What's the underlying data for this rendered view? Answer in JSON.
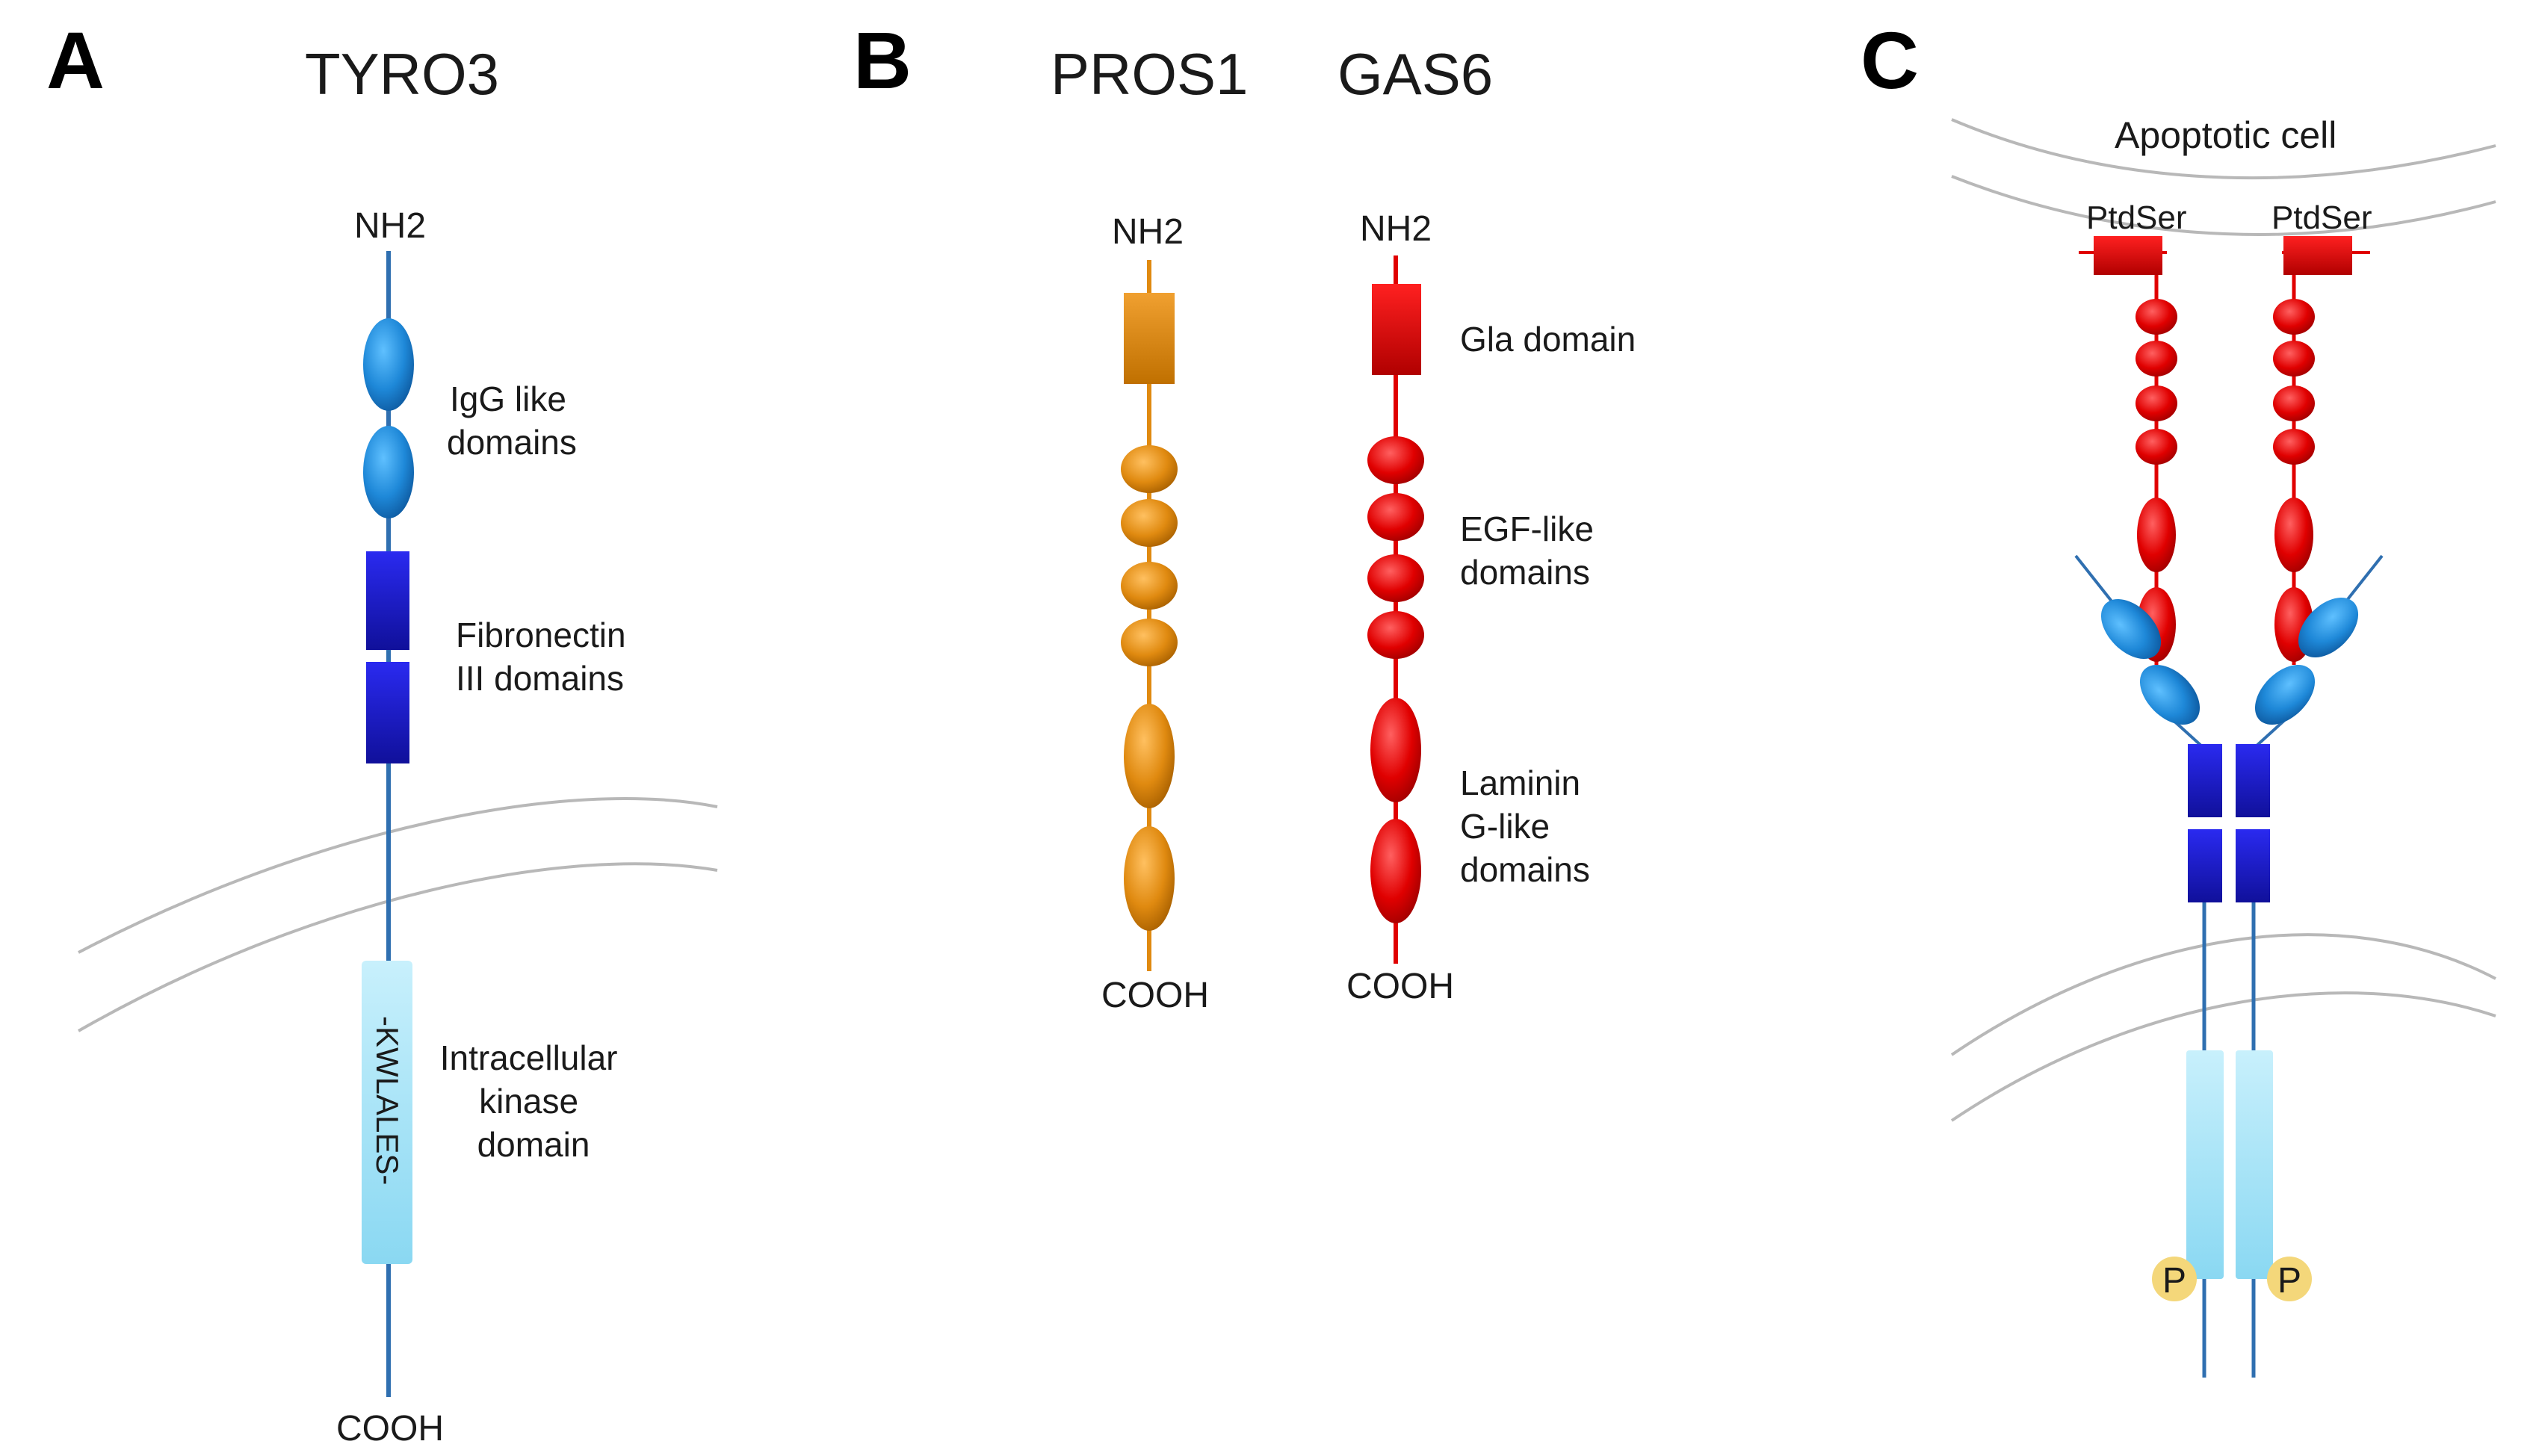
{
  "panels": {
    "a": {
      "letter": "A",
      "title": "TYRO3",
      "n_term": "NH2",
      "c_term": "COOH",
      "igg_label": [
        "IgG like",
        "domains"
      ],
      "fn_label": [
        "Fibronectin",
        "III  domains"
      ],
      "kinase_label": [
        "Intracellular",
        "kinase",
        "domain"
      ],
      "kinase_motif": "-KWLALES-"
    },
    "b": {
      "letter": "B",
      "pros1": {
        "title": "PROS1",
        "n_term": "NH2",
        "c_term": "COOH"
      },
      "gas6": {
        "title": "GAS6",
        "n_term": "NH2",
        "c_term": "COOH"
      },
      "gla_label": "Gla domain",
      "egf_label": [
        "EGF-like",
        "domains"
      ],
      "laminin_label": [
        "Laminin",
        "G-like",
        "domains"
      ]
    },
    "c": {
      "letter": "C",
      "cell_label": "Apoptotic cell",
      "ptdser_left": "PtdSer",
      "ptdser_right": "PtdSer",
      "phospho_left": "P",
      "phospho_right": "P"
    }
  },
  "colors": {
    "line": "#2f6fb0",
    "igg": "#1e88d8",
    "fibronectin": "#1a1ad0",
    "kinase": "#a8e4f6",
    "pros1": "#e08a10",
    "gas6": "#e00000",
    "phospho": "#f4d77a",
    "membrane": "#b8b8b8"
  }
}
